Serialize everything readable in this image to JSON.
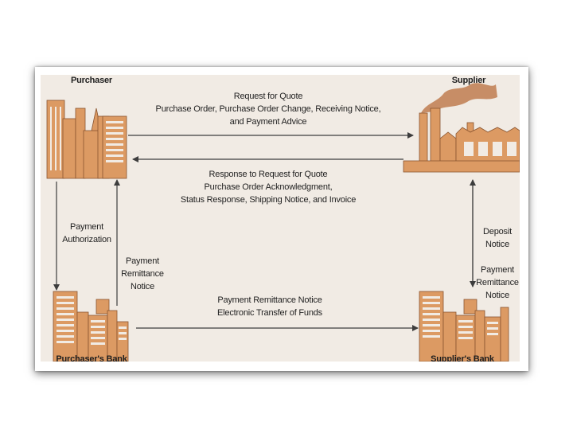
{
  "nodes": {
    "purchaser": "Purchaser",
    "supplier": "Supplier",
    "purchasers_bank": "Purchaser's Bank",
    "suppliers_bank": "Supplier's Bank"
  },
  "flows": {
    "top_request": [
      "Request for Quote",
      "Purchase Order, Purchase Order Change, Receiving Notice,",
      "and Payment Advice"
    ],
    "top_response": [
      "Response to Request for Quote",
      "Purchase Order Acknowledgment,",
      "Status Response, Shipping Notice, and Invoice"
    ],
    "payment_authorization": [
      "Payment",
      "Authorization"
    ],
    "payment_remittance_left": [
      "Payment",
      "Remittance",
      "Notice"
    ],
    "bottom_transfer": [
      "Payment Remittance Notice",
      "Electronic Transfer of Funds"
    ],
    "deposit_notice": [
      "Deposit",
      "Notice"
    ],
    "payment_remittance_right": [
      "Payment",
      "Remittance",
      "Notice"
    ]
  },
  "colors": {
    "background": "#f1ebe4",
    "building_fill": "#dc9a63",
    "building_stroke": "#8a5530",
    "smoke": "#c28358",
    "arrow": "#3d3d3d"
  },
  "icons": {
    "purchaser": "city-skyline-icon",
    "supplier": "factory-icon",
    "banks": "bank-buildings-icon"
  }
}
